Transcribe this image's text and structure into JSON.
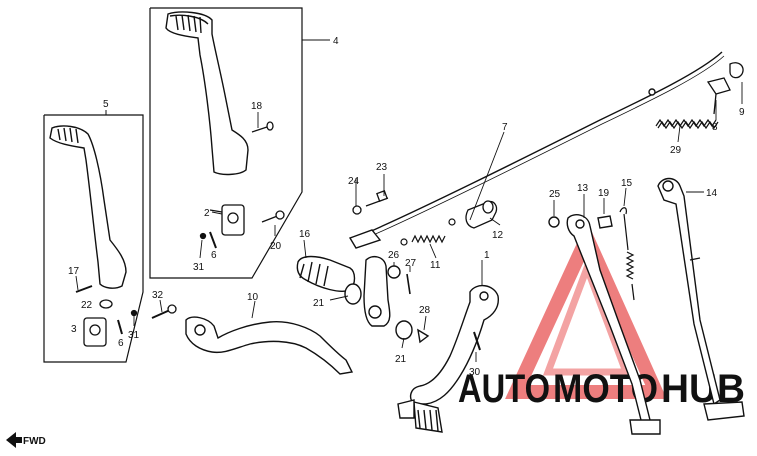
{
  "callouts": [
    {
      "id": "n1",
      "text": "1"
    },
    {
      "id": "n2",
      "text": "2"
    },
    {
      "id": "n3",
      "text": "3"
    },
    {
      "id": "n4",
      "text": "4"
    },
    {
      "id": "n5",
      "text": "5"
    },
    {
      "id": "n6a",
      "text": "6"
    },
    {
      "id": "n6b",
      "text": "6"
    },
    {
      "id": "n7",
      "text": "7"
    },
    {
      "id": "n8",
      "text": "8"
    },
    {
      "id": "n9",
      "text": "9"
    },
    {
      "id": "n10",
      "text": "10"
    },
    {
      "id": "n11",
      "text": "11"
    },
    {
      "id": "n12",
      "text": "12"
    },
    {
      "id": "n13",
      "text": "13"
    },
    {
      "id": "n14",
      "text": "14"
    },
    {
      "id": "n15",
      "text": "15"
    },
    {
      "id": "n16",
      "text": "16"
    },
    {
      "id": "n17",
      "text": "17"
    },
    {
      "id": "n18",
      "text": "18"
    },
    {
      "id": "n19",
      "text": "19"
    },
    {
      "id": "n20",
      "text": "20"
    },
    {
      "id": "n21a",
      "text": "21"
    },
    {
      "id": "n21b",
      "text": "21"
    },
    {
      "id": "n22",
      "text": "22"
    },
    {
      "id": "n23",
      "text": "23"
    },
    {
      "id": "n24",
      "text": "24"
    },
    {
      "id": "n25",
      "text": "25"
    },
    {
      "id": "n26",
      "text": "26"
    },
    {
      "id": "n27",
      "text": "27"
    },
    {
      "id": "n28",
      "text": "28"
    },
    {
      "id": "n29",
      "text": "29"
    },
    {
      "id": "n30",
      "text": "30"
    },
    {
      "id": "n31a",
      "text": "31"
    },
    {
      "id": "n31b",
      "text": "31"
    },
    {
      "id": "n32",
      "text": "32"
    }
  ],
  "fwd_label": "FWD",
  "watermark": {
    "part1": "AUTO",
    "part2": "MOTO",
    "part3": "HUB",
    "color_orange": "#f0a030",
    "color_red": "#e03838",
    "color_gray": "#8a8a8a"
  }
}
